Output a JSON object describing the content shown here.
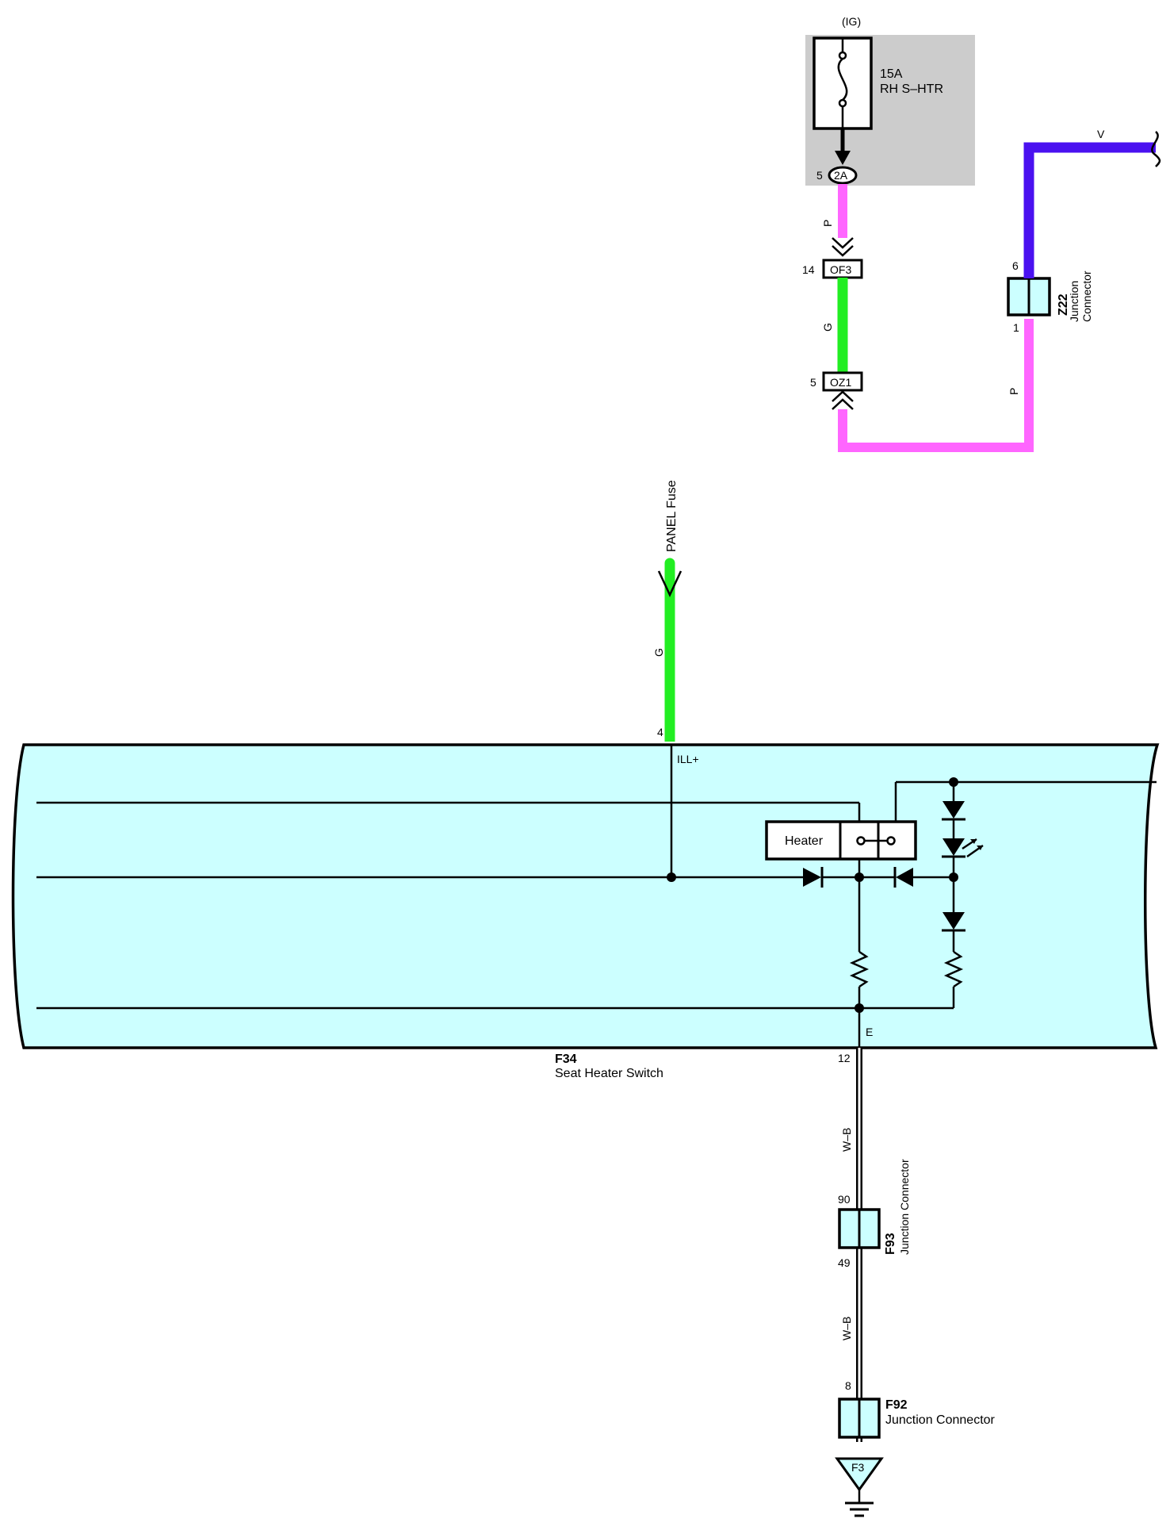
{
  "fuse": {
    "supply": "(IG)",
    "rating": "15A",
    "name": "RH S–HTR",
    "pin": "5",
    "connector": "2A"
  },
  "wires": {
    "p_upper": "P",
    "g_mid": "G",
    "p_lower": "P",
    "v_top": "V",
    "g_panel": "G",
    "wb_upper": "W–B",
    "wb_lower": "W–B"
  },
  "connectors": {
    "of3": {
      "label": "OF3",
      "pin": "14"
    },
    "oz1": {
      "label": "OZ1",
      "pin": "5"
    },
    "z22": {
      "id": "Z22",
      "name_line1": "Junction",
      "name_line2": "Connector",
      "pin_top": "6",
      "pin_bottom": "1"
    },
    "f93": {
      "id": "F93",
      "name": "Junction Connector",
      "pin_top": "90",
      "pin_bottom": "49"
    },
    "f92": {
      "id": "F92",
      "name": "Junction Connector",
      "pin_top": "8"
    }
  },
  "panel_fuse": "PANEL Fuse",
  "switch": {
    "id": "F34",
    "name": "Seat Heater Switch",
    "pin_ill": "4",
    "ill_label": "ILL+",
    "pin_ground": "12",
    "ground_label": "E",
    "heater_label": "Heater"
  },
  "ground": {
    "id": "F3"
  },
  "colors": {
    "pink_wire": "#ff66ff",
    "green_wire": "#22ee22",
    "violet_wire": "#4a11f0",
    "component_fill": "#ccffff",
    "fuse_box_fill": "#cccccc"
  },
  "icons": [
    "fuse-icon",
    "diode-icon",
    "led-icon",
    "resistor-icon",
    "ground-icon",
    "switch-icon"
  ]
}
